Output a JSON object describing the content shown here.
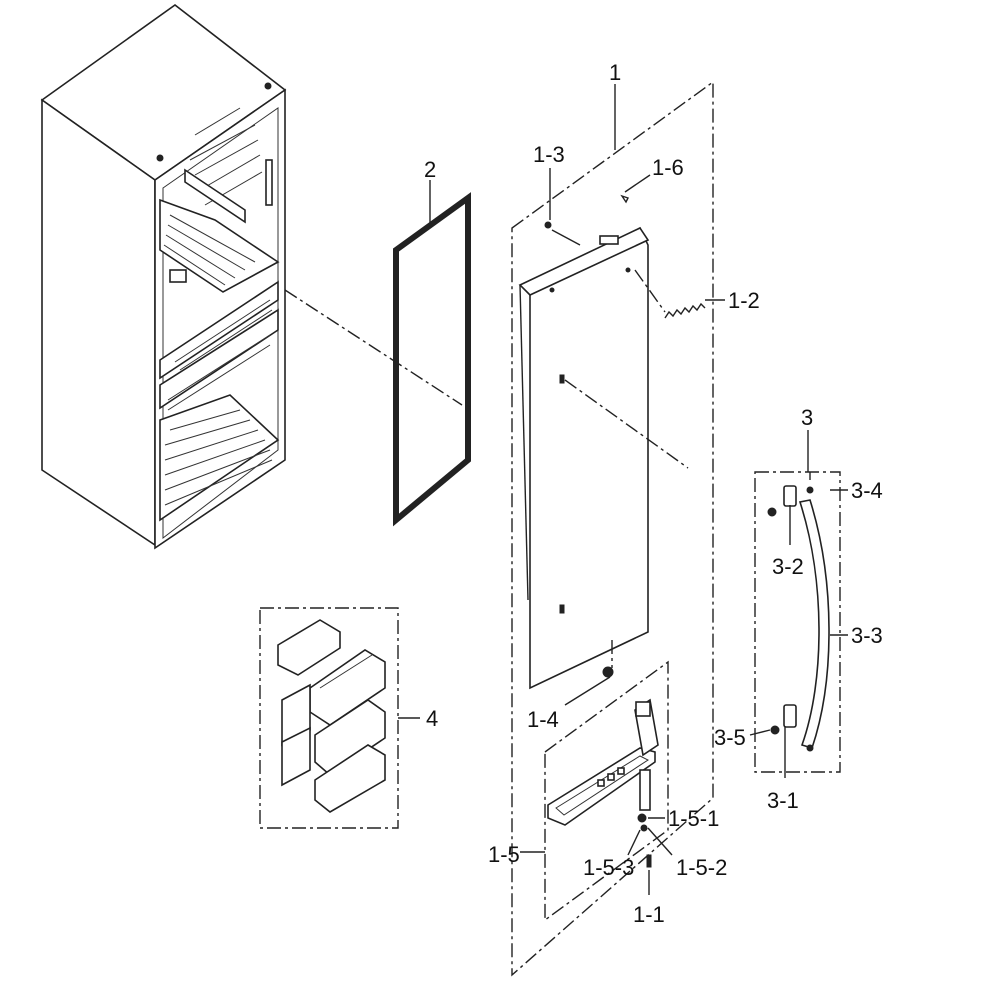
{
  "labels": {
    "p1": "1",
    "p1_1": "1-1",
    "p1_2": "1-2",
    "p1_3": "1-3",
    "p1_4": "1-4",
    "p1_5": "1-5",
    "p1_5_1": "1-5-1",
    "p1_5_2": "1-5-2",
    "p1_5_3": "1-5-3",
    "p1_6": "1-6",
    "p2": "2",
    "p3": "3",
    "p3_1": "3-1",
    "p3_2": "3-2",
    "p3_3": "3-3",
    "p3_4": "3-4",
    "p3_5": "3-5",
    "p4": "4"
  },
  "colors": {
    "line": "#222222",
    "background": "#ffffff"
  }
}
